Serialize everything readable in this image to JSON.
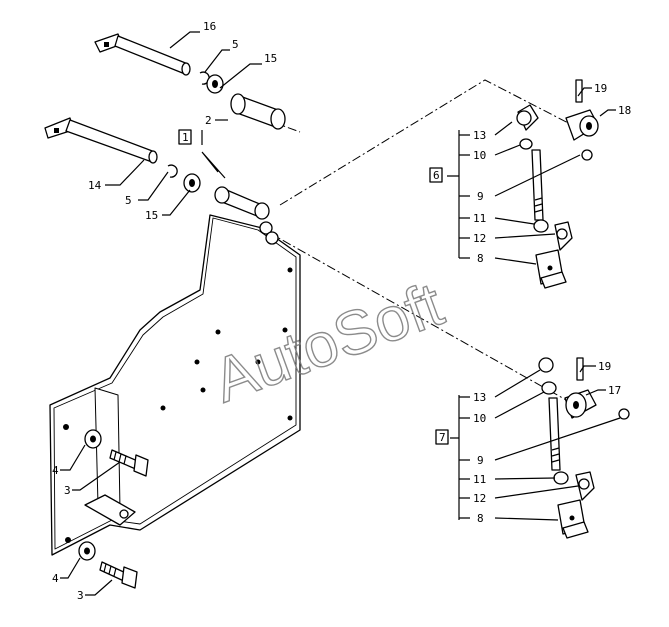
{
  "watermark": "AutoSoft",
  "callouts": {
    "c16": "16",
    "c5a": "5",
    "c15a": "15",
    "c2": "2",
    "c1": "1",
    "c14": "14",
    "c5b": "5",
    "c15b": "15",
    "c19a": "19",
    "c18": "18",
    "c13a": "13",
    "c10a": "10",
    "c6": "6",
    "c9a": "9",
    "c11a": "11",
    "c12a": "12",
    "c8a": "8",
    "c19b": "19",
    "c17": "17",
    "c13b": "13",
    "c10b": "10",
    "c7": "7",
    "c9b": "9",
    "c11b": "11",
    "c12b": "12",
    "c8b": "8",
    "c4a": "4",
    "c3a": "3",
    "c4b": "4",
    "c3b": "3"
  }
}
